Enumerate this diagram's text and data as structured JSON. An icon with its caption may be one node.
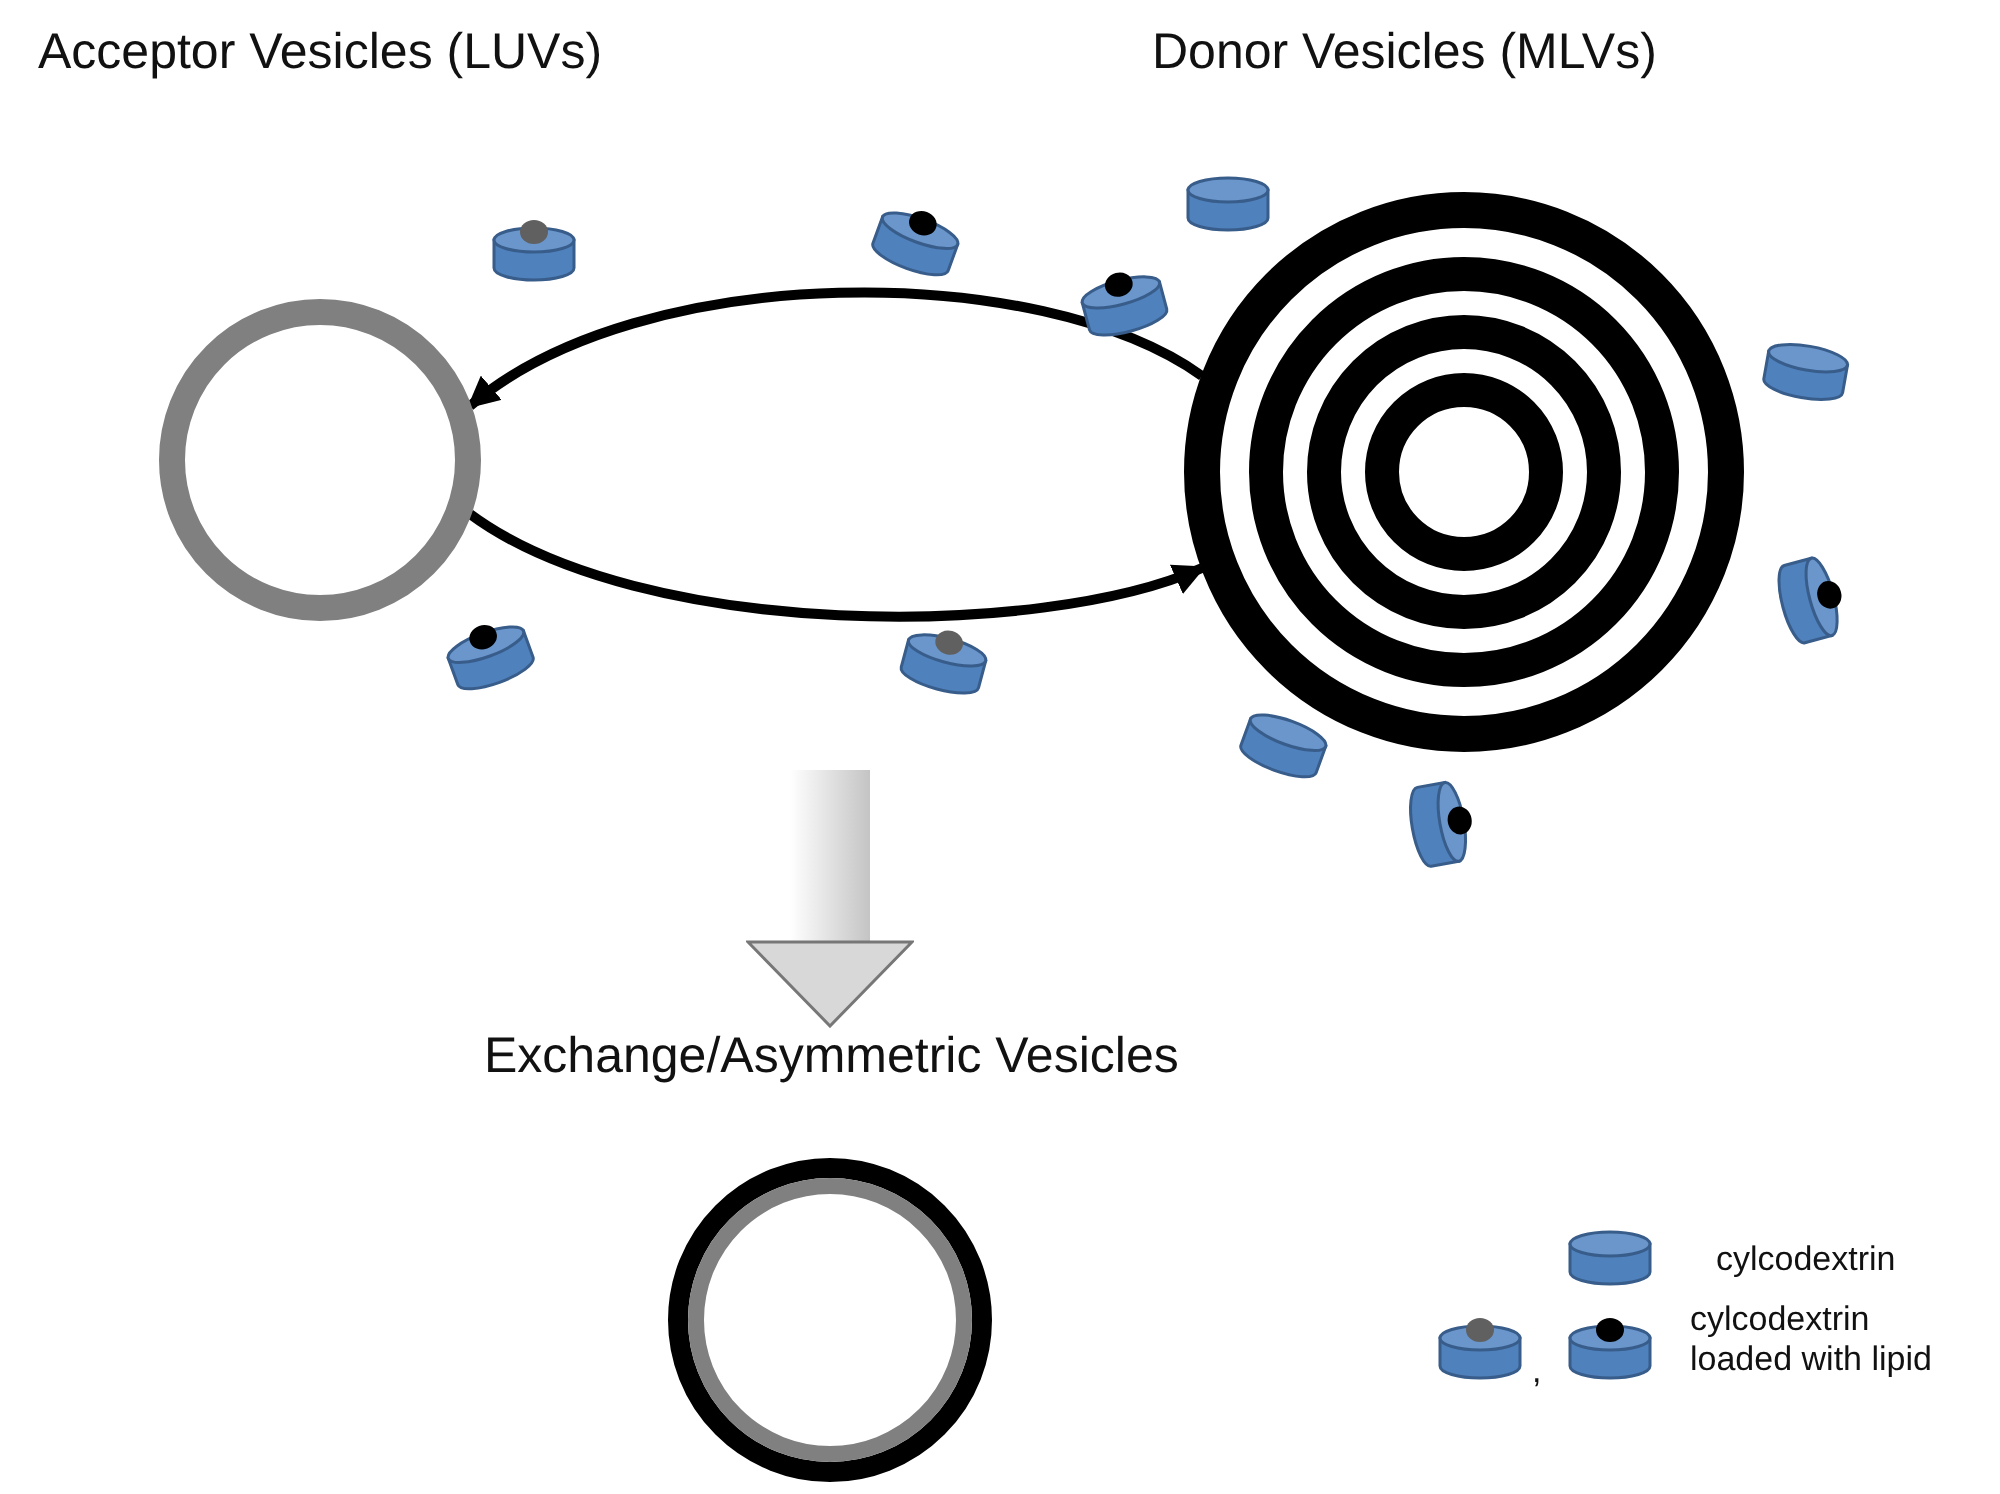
{
  "diagram": {
    "nodes": [
      {
        "text": [
          "Acceptor Vesicles (LUVs)"
        ]
      },
      {
        "text": [
          "Donor Vesicles (MLVs)"
        ]
      },
      {
        "text": [
          "Exchange/Asymmetric Vesicles"
        ]
      }
    ],
    "edges": [
      {
        "from": 1,
        "to": 0,
        "arrow": "to"
      },
      {
        "from": 0,
        "to": 1,
        "arrow": "to"
      },
      {
        "from": null,
        "to": 2,
        "arrow": "to",
        "style": "thick"
      }
    ],
    "labels": [
      ","
    ],
    "legend": [
      {
        "text": "cylcodextrin"
      },
      {
        "text": "cylcodextrin loaded with lipid"
      }
    ]
  }
}
